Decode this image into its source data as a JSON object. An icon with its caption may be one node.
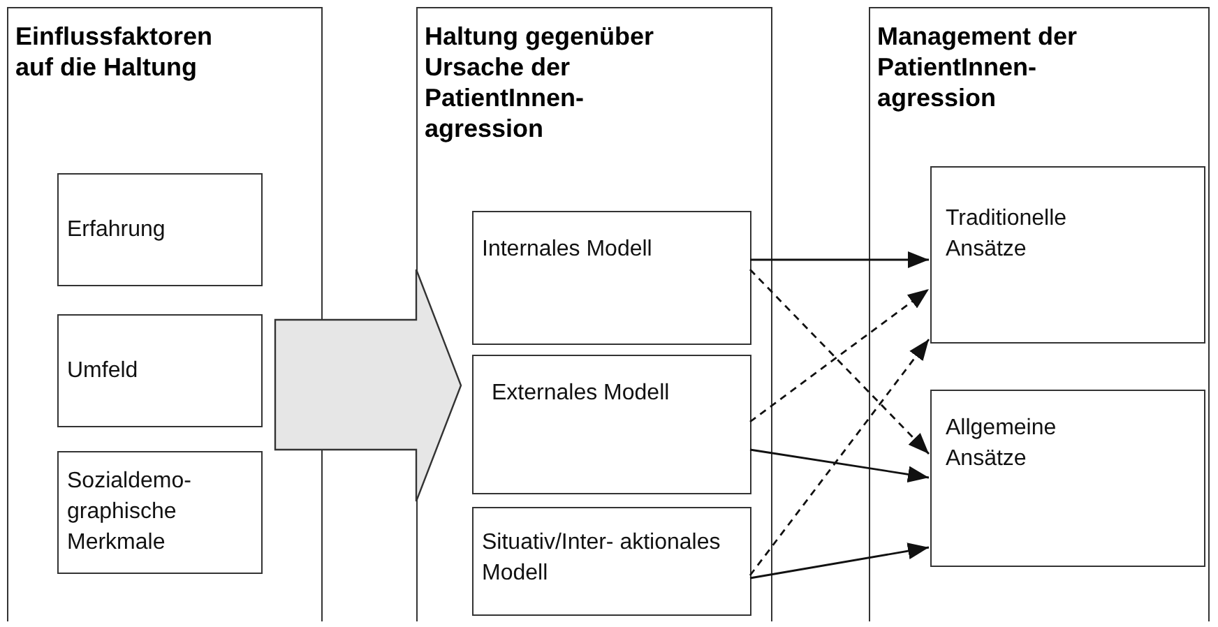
{
  "diagram": {
    "nodes": [
      {
        "text": [
          "Einflussfaktoren auf die Haltung"
        ]
      },
      {
        "text": [
          "Erfahrung"
        ],
        "in": 0
      },
      {
        "text": [
          "Umfeld"
        ],
        "in": 0
      },
      {
        "text": [
          "Sozialdemo- graphische Merkmale"
        ],
        "in": 0
      },
      {
        "text": [
          "Haltung gegenüber Ursache der PatientInnen- agression"
        ]
      },
      {
        "text": [
          "Internales Modell"
        ],
        "in": 4
      },
      {
        "text": [
          "Externales Modell"
        ],
        "in": 4
      },
      {
        "text": [
          "Situativ/Inter- aktionales Modell"
        ],
        "in": 4
      },
      {
        "text": [
          "Management der PatientInnen- agression"
        ]
      },
      {
        "text": [
          "Traditionelle Ansätze"
        ],
        "in": 8
      },
      {
        "text": [
          "Allgemeine Ansätze"
        ],
        "in": 8
      }
    ],
    "edges": [
      {
        "from": 0,
        "to": 4,
        "arrow": "to",
        "style": "thick"
      },
      {
        "from": 5,
        "to": 9,
        "arrow": "to"
      },
      {
        "from": 5,
        "to": 10,
        "arrow": "to",
        "style": "dashed"
      },
      {
        "from": 6,
        "to": 9,
        "arrow": "to",
        "style": "dashed"
      },
      {
        "from": 6,
        "to": 10,
        "arrow": "to"
      },
      {
        "from": 7,
        "to": 9,
        "arrow": "to",
        "style": "dashed"
      },
      {
        "from": 7,
        "to": 10,
        "arrow": "to"
      }
    ]
  }
}
